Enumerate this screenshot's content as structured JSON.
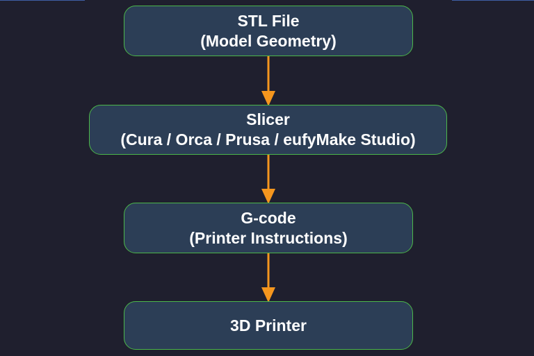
{
  "diagram": {
    "nodes": [
      {
        "line1": "STL File",
        "line2": "(Model Geometry)"
      },
      {
        "line1": "Slicer",
        "line2": "(Cura / Orca / Prusa / eufyMake Studio)"
      },
      {
        "line1": "G-code",
        "line2": "(Printer Instructions)"
      },
      {
        "line1": "3D Printer"
      }
    ],
    "edges": [
      {
        "from": 0,
        "to": 1
      },
      {
        "from": 1,
        "to": 2
      },
      {
        "from": 2,
        "to": 3
      }
    ]
  },
  "colors": {
    "background": "#1f1f2e",
    "node_fill": "#2c3e56",
    "node_border": "#4cb84a",
    "text": "#ffffff",
    "arrow": "#f5961e"
  }
}
